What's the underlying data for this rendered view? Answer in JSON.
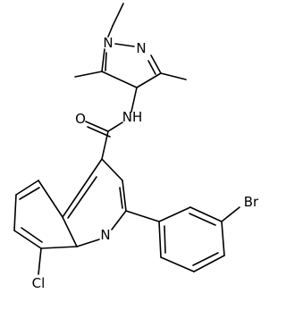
{
  "molecule": {
    "atom_labels": {
      "n_pyrazole_1": "N",
      "n_pyrazole_2": "N",
      "amide_nh": "NH",
      "carbonyl_o": "O",
      "quinoline_n": "N",
      "bromine": "Br",
      "chlorine": "Cl"
    }
  }
}
